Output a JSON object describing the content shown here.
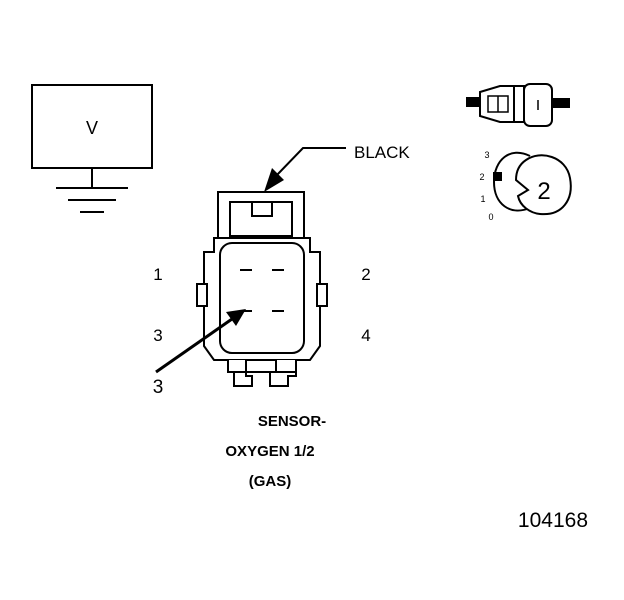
{
  "meter": {
    "symbol": "V"
  },
  "connector": {
    "color_label": "BLACK",
    "pin_labels": [
      "1",
      "2",
      "3",
      "4"
    ],
    "probe_pin_label": "3",
    "name_lines": [
      "SENSOR-",
      "OXYGEN 1/2",
      "(GAS)"
    ]
  },
  "view_indicator": {
    "dial_positions": [
      "3",
      "2",
      "1",
      "0"
    ],
    "selected_position": "2"
  },
  "figure_number": "104168",
  "colors": {
    "line": "#000000",
    "background": "#ffffff",
    "fill_gray": "#d9d9d9"
  }
}
